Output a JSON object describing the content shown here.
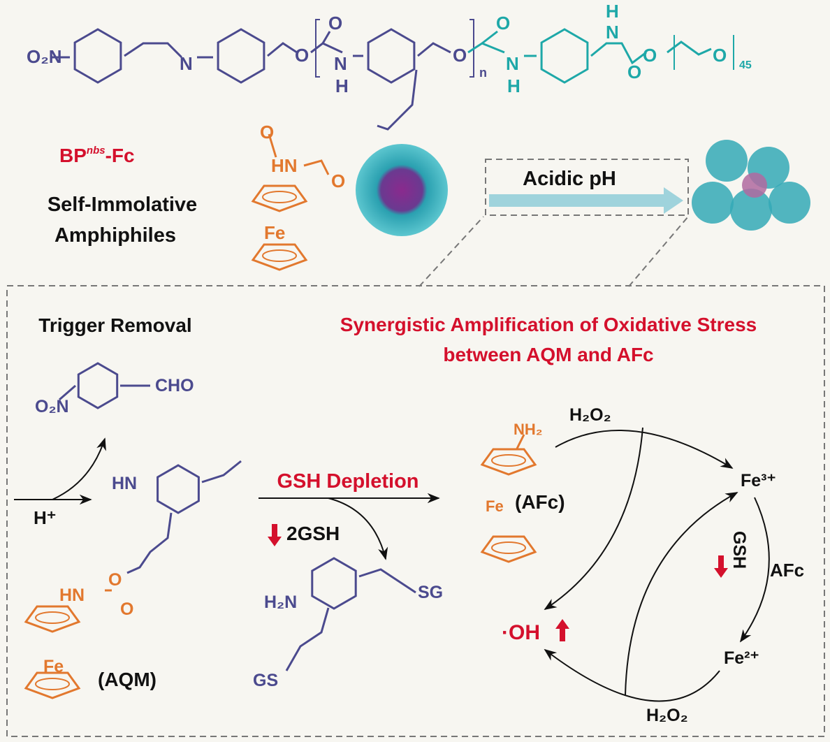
{
  "colors": {
    "trigger": "#4b4a8e",
    "peg": "#1ea8a8",
    "ferrocene": "#e2782e",
    "highlight": "#d4102c",
    "background": "#f7f6f1"
  },
  "top": {
    "no2": "O₂N",
    "imine_n": "N",
    "o1": "O",
    "carbonyl_o1": "O",
    "nh1": "N",
    "h1": "H",
    "repeat_n": "n",
    "o2": "O",
    "carbonyl_o2": "O",
    "nh2": "N",
    "h2": "H",
    "h3": "H",
    "n3": "N",
    "o3": "O",
    "carbonyl_o3": "O",
    "o4": "O",
    "peg_n": "45",
    "allyl_o": "O",
    "hn": "HN",
    "amide_o": "O",
    "fe": "Fe"
  },
  "labels": {
    "name_main": "BP",
    "name_sup": "nbs",
    "name_suffix": "-Fc",
    "amph_line1": "Self-Immolative",
    "amph_line2": "Amphiphiles",
    "acidic": "Acidic pH"
  },
  "panel": {
    "trigger_title": "Trigger Removal",
    "syn_line1": "Synergistic Amplification of Oxidative Stress",
    "syn_line2": "between AQM and AFc",
    "o2n": "O₂N",
    "cho": "CHO",
    "h_plus": "H⁺",
    "hn_imine": "HN",
    "aqm_o": "O",
    "aqm_hn": "HN",
    "aqm_co": "O",
    "aqm_fe": "Fe",
    "aqm_label": "(AQM)",
    "gsh_depletion": "GSH Depletion",
    "two_gsh": "2GSH",
    "h2n": "H₂N",
    "sg": "SG",
    "gs": "GS",
    "afc_nh2": "NH₂",
    "afc_fe": "Fe",
    "afc_label": "(AFc)",
    "h2o2_top": "H₂O₂",
    "fe3": "Fe³⁺",
    "fe2": "Fe²⁺",
    "h2o2_bottom": "H₂O₂",
    "oh": "·OH",
    "gsh_rot": "GSH",
    "afc_side": "AFc"
  }
}
